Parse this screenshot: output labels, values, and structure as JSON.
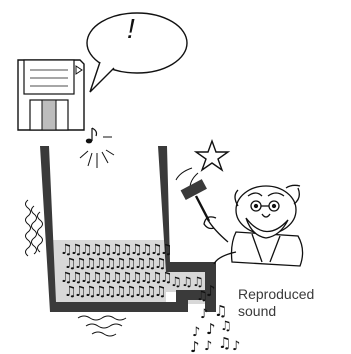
{
  "labels": {
    "exclamation": "!",
    "caption_line1": "Reproduced",
    "caption_line2": "sound"
  },
  "colors": {
    "tank_wall": "#3a3a3a",
    "liquid": "#d8d8d8",
    "disk_label": "#bdbdbd",
    "ink": "#111111"
  },
  "icons": [
    "speech-bubble-icon",
    "floppy-disk-icon",
    "music-note-icon",
    "star-icon",
    "hammer-icon",
    "old-man-illustration"
  ]
}
